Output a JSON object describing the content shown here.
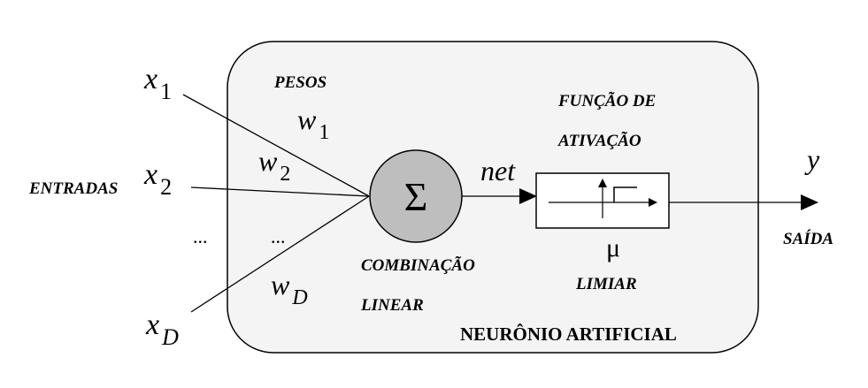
{
  "inputs": {
    "x1": {
      "base": "x",
      "sub": "1"
    },
    "x2": {
      "base": "x",
      "sub": "2"
    },
    "xD": {
      "base": "x",
      "sub": "D"
    },
    "ellipsis": "..."
  },
  "weights": {
    "w1": {
      "base": "w",
      "sub": "1"
    },
    "w2": {
      "base": "w",
      "sub": "2"
    },
    "wD": {
      "base": "w",
      "sub": "D"
    },
    "ellipsis": "..."
  },
  "labels": {
    "pesos": "PESOS",
    "entradas": "ENTRADAS",
    "funcao_line1": "FUNÇÃO DE",
    "funcao_line2": "ATIVAÇÃO",
    "combinacao_line1": "COMBINAÇÃO",
    "combinacao_line2": "LINEAR",
    "limiar": "LIMIAR",
    "saida": "SAÍDA",
    "neuronio": "NEURÔNIO ARTIFICIAL",
    "net": "net",
    "mu": "μ",
    "y": "y",
    "sigma": "Σ"
  },
  "colors": {
    "neuron_box_fill": "#f4f4f4",
    "summation_fill": "#bebebe",
    "stroke": "#000000"
  }
}
